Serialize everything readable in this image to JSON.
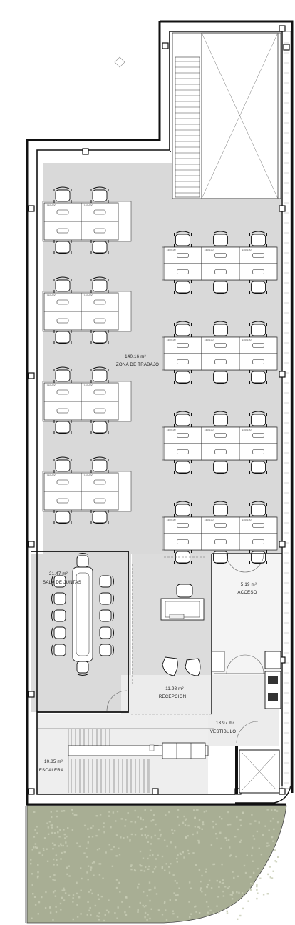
{
  "rooms": {
    "work": {
      "area": "140.16 m²",
      "name": "ZONA DE TRABAJO"
    },
    "meeting": {
      "area": "21.47 m²",
      "name": "SALA DE JUNTAS"
    },
    "access": {
      "area": "5.19 m²",
      "name": "ACCESO"
    },
    "reception": {
      "area": "11.98 m²",
      "name": "RECEPCIÓN"
    },
    "lobby": {
      "area": "13.97 m²",
      "name": "VESTÍBULO"
    },
    "stairs": {
      "area": "10.85 m²",
      "name": "ESCALERA"
    }
  },
  "desk_size_label": "140x100",
  "colors": {
    "wall": "#111111",
    "floor_work": "#d7d7d7",
    "floor_lobby": "#e8e8e8",
    "garden": "#a6ac93",
    "desk": "#ffffff"
  }
}
